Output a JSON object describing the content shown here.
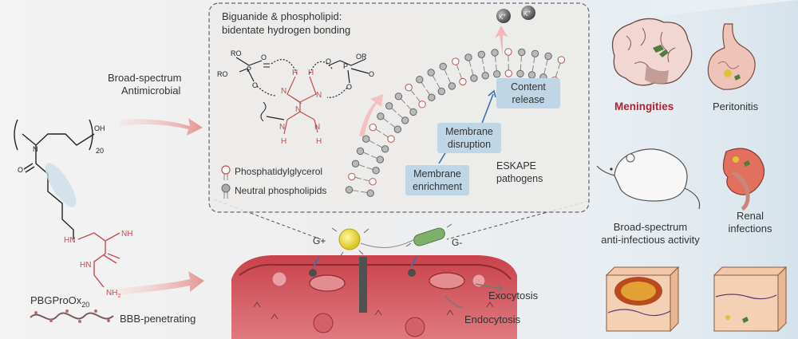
{
  "left": {
    "polymer_name": "PBGProOx",
    "polymer_subscript": "20",
    "repeat_subscript": "20",
    "oh": "OH",
    "n": "N",
    "o": "O",
    "nh_a": "HN",
    "nh_b": "HN",
    "nh_c": "NH",
    "nh2": "NH",
    "nh2_sub": "2",
    "arrow_top_label_1": "Broad-spectrum",
    "arrow_top_label_2": "Antimicrobial",
    "arrow_bottom_label": "BBB-penetrating"
  },
  "inset": {
    "title_1": "Biguanide & phospholipid:",
    "title_2": "bidentate hydrogen bonding",
    "ro1": "RO",
    "ro2": "RO",
    "or1": "OR",
    "or2": "O",
    "p1": "P",
    "p2": "P",
    "o_a": "O",
    "o_b": "O",
    "o_c": "O",
    "o_d": "O",
    "h1": "H",
    "h2": "H",
    "h3": "H",
    "h4": "H",
    "n1": "N",
    "n2": "N",
    "n3": "N",
    "n4": "N",
    "n5": "N",
    "legend_pg": "Phosphatidylglycerol",
    "legend_neutral": "Neutral phospholipids",
    "step1_1": "Membrane",
    "step1_2": "enrichment",
    "step2_1": "Membrane",
    "step2_2": "disruption",
    "step3_1": "Content",
    "step3_2": "release",
    "eskape_1": "ESKAPE",
    "eskape_2": "pathogens",
    "k_ion": "K",
    "k_sup": "+"
  },
  "bbb": {
    "g_plus": "G+",
    "g_minus": "G-",
    "exocytosis": "Exocytosis",
    "endocytosis": "Endocytosis"
  },
  "right": {
    "meningities": "Meningities",
    "peritonitis": "Peritonitis",
    "broad_1": "Broad-spectrum",
    "broad_2": "anti-infectious activity",
    "renal_1": "Renal",
    "renal_2": "infections"
  },
  "colors": {
    "accent_red": "#b2222c",
    "box_blue": "#bfd6e6",
    "vessel": "#d9535b",
    "inset_border": "#666666"
  }
}
